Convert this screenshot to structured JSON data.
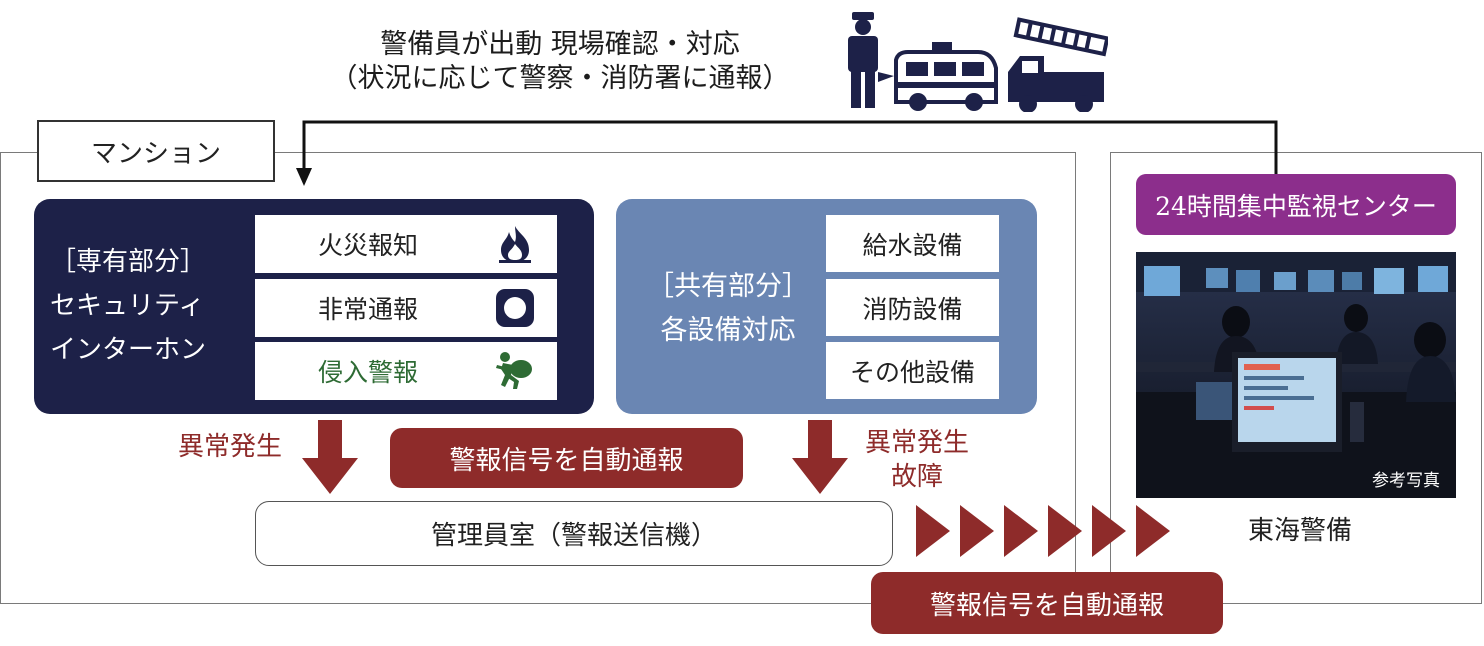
{
  "header": {
    "line1": "警備員が出動 現場確認・対応",
    "line2": "（状況に応じて警察・消防署に通報）",
    "icons": [
      "guard-icon",
      "patrol-car-icon",
      "ladder-truck-icon"
    ]
  },
  "mansion": {
    "label": "マンション"
  },
  "private_area": {
    "title_line1": "［専有部分］",
    "title_line2": "セキュリティ",
    "title_line3": "インターホン",
    "items": [
      {
        "label": "火災報知",
        "icon": "fire-icon"
      },
      {
        "label": "非常通報",
        "icon": "emergency-button-icon"
      },
      {
        "label": "侵入警報",
        "icon": "intruder-icon"
      }
    ]
  },
  "shared_area": {
    "title_line1": "［共有部分］",
    "title_line2": "各設備対応",
    "items": [
      {
        "label": "給水設備"
      },
      {
        "label": "消防設備"
      },
      {
        "label": "その他設備"
      }
    ]
  },
  "flow": {
    "left_trigger": "異常発生",
    "right_trigger_line1": "異常発生",
    "right_trigger_line2": "故障",
    "auto_notify_inner": "警報信号を自動通報",
    "auto_notify_outer": "警報信号を自動通報",
    "control_room": "管理員室（警報送信機）"
  },
  "monitoring": {
    "center_label": "24時間集中監視センター",
    "photo_caption": "参考写真",
    "company": "東海警備"
  },
  "colors": {
    "navy": "#1d2148",
    "steel_blue": "#6a86b3",
    "dark_red": "#8e2b2a",
    "purple": "#8c2e8c",
    "intruder_green": "#2e6b34"
  }
}
